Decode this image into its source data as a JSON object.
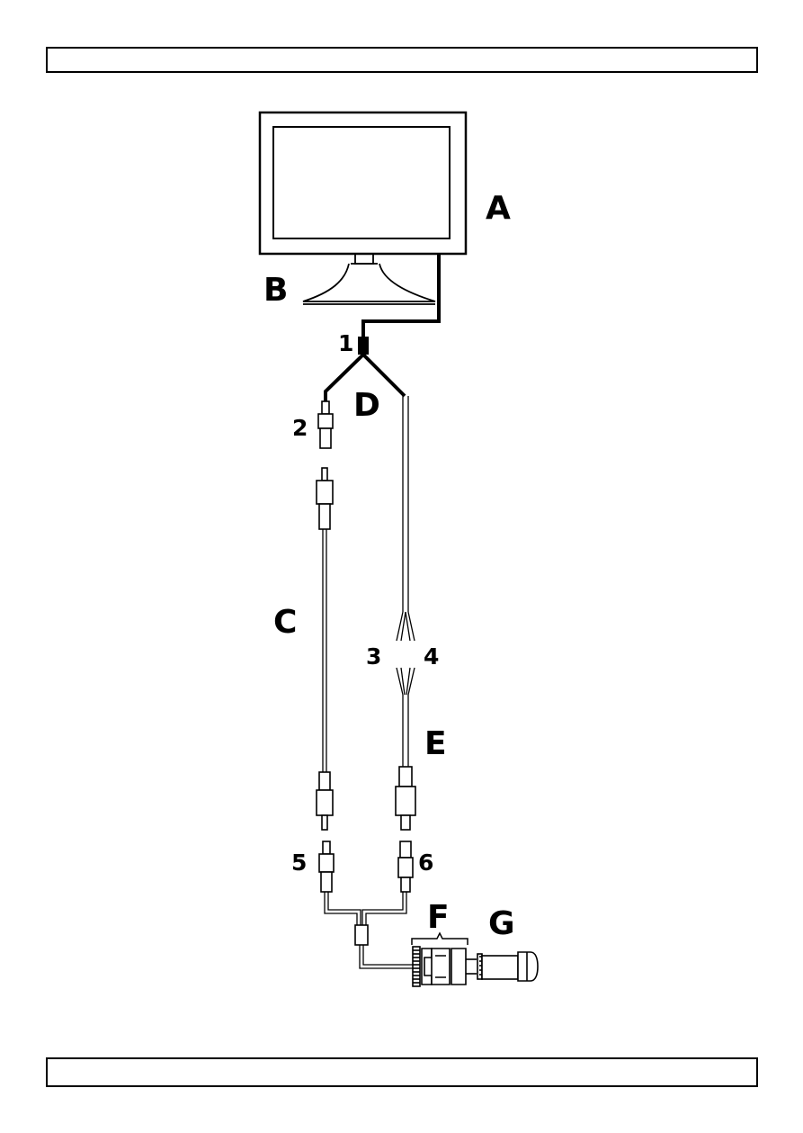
{
  "header": {
    "text": ""
  },
  "footer": {
    "text": ""
  },
  "diagram": {
    "labels": {
      "A": "A",
      "B": "B",
      "C": "C",
      "D": "D",
      "E": "E",
      "F": "F",
      "G": "G",
      "n1": "1",
      "n2": "2",
      "n3": "3",
      "n4": "4",
      "n5": "5",
      "n6": "6"
    }
  }
}
